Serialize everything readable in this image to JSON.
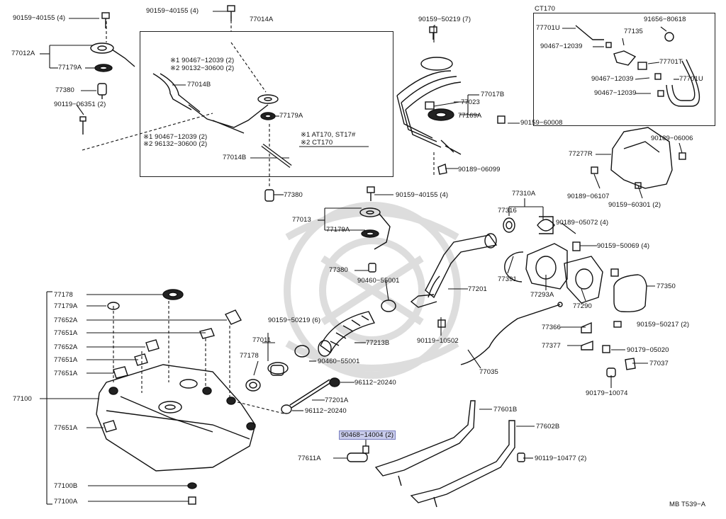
{
  "labels": {
    "p90159_40155_a": "90159−40155 (4)",
    "p90159_40155_b": "90159−40155 (4)",
    "p90159_40155_c": "90159−40155 (4)",
    "p77014A": "77014A",
    "p77012A": "77012A",
    "p77179A_a": "77179A",
    "p77179A_b": "77179A",
    "p77179A_c": "77179A",
    "p77179A_d": "77179A",
    "p77380_a": "77380",
    "p77380_b": "77380",
    "p77380_c": "77380",
    "p90119_06351": "90119−06351 (2)",
    "n1_90467": "※1 90467−12039 (2)",
    "n2_90132": "※2 90132−30600 (2)",
    "p77014B_a": "77014B",
    "p77014B_b": "77014B",
    "s1_90467": "※1 90467−12039 (2)",
    "s2_96132": "※2 96132−30600 (2)",
    "note1": "※1 AT170, ST17#",
    "note2": "※2 CT170",
    "p90159_50219_7": "90159−50219 (7)",
    "p77023": "77023",
    "p77017B": "77017B",
    "p77169A": "77169A",
    "p90159_60008": "90159−60008",
    "p90189_06099": "90189−06099",
    "ct170": "CT170",
    "p77701U_a": "77701U",
    "p91656": "91656−80618",
    "p77135": "77135",
    "p90467_c1": "90467−12039",
    "p77701T": "77701T",
    "p90467_c2": "90467−12039",
    "p77701U_b": "77701U",
    "p90467_c3": "90467−12039",
    "p90189_06006": "90189−06006",
    "p77277R": "77277R",
    "p90189_06107": "90189−06107",
    "p90159_60301": "90159−60301 (2)",
    "p77310A": "77310A",
    "p77316": "77316",
    "p90189_05072": "90189−05072 (4)",
    "p90159_50069": "90159−50069 (4)",
    "p77013": "77013",
    "p77391": "77391",
    "p77350": "77350",
    "p77293A": "77293A",
    "p77290": "77290",
    "p90460_55001_a": "90460−55001",
    "p77201": "77201",
    "p77178_a": "77178",
    "p77178_b": "77178",
    "p77652A_a": "77652A",
    "p77652A_b": "77652A",
    "p77651A_a": "77651A",
    "p77651A_b": "77651A",
    "p77651A_c": "77651A",
    "p77651A_d": "77651A",
    "p90159_50219_6": "90159−50219 (6)",
    "p77011": "77011",
    "p77213B": "77213B",
    "p90119_10502": "90119−10502",
    "p90460_55001_b": "90460−55001",
    "p90159_50217": "90159−50217 (2)",
    "p77366": "77366",
    "p77377": "77377",
    "p90179_05020": "90179−05020",
    "p77037": "77037",
    "p77035": "77035",
    "p90179_10074": "90179−10074",
    "p77100": "77100",
    "p96112_a": "96112−20240",
    "p77201A": "77201A",
    "p96112_b": "96112−20240",
    "p77601B": "77601B",
    "p77602B": "77602B",
    "p90468_14004": "90468−14004 (2)",
    "p77611A": "77611A",
    "p90119_10477": "90119−10477 (2)",
    "p77100B": "77100B",
    "p77100A": "77100A",
    "ref": "MB T539−A"
  }
}
